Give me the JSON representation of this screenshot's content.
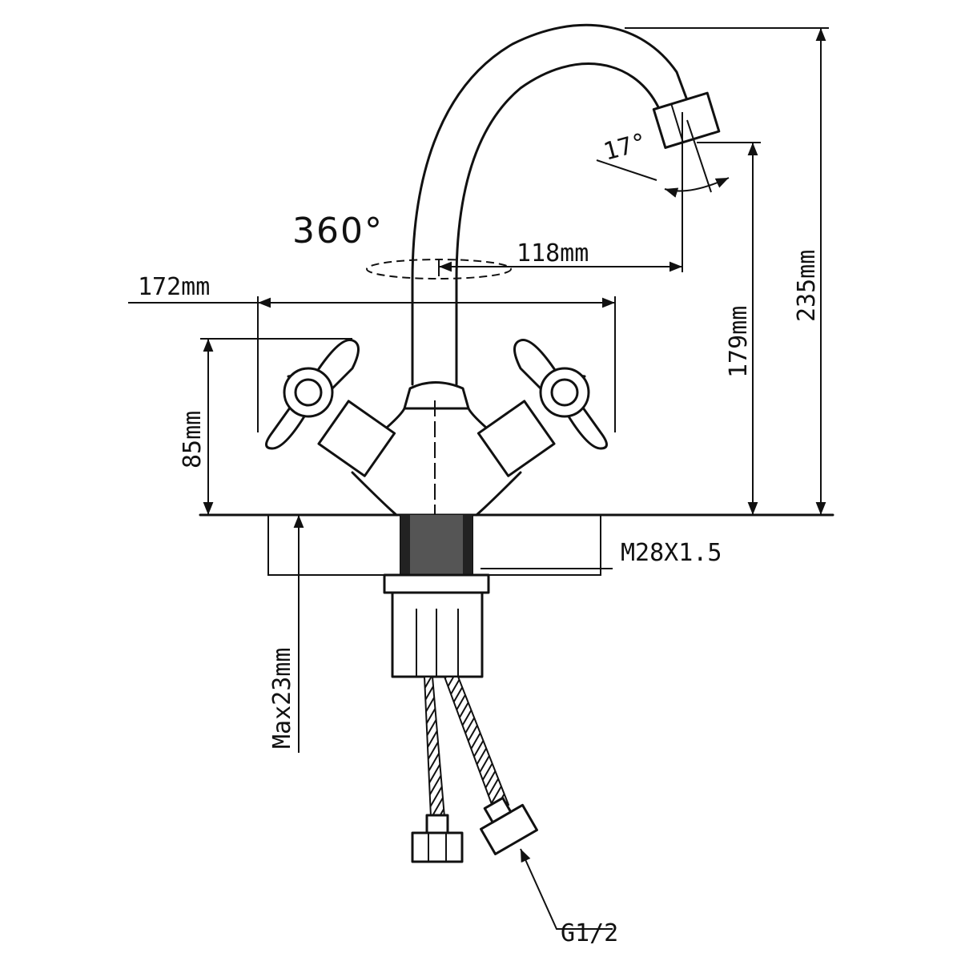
{
  "title": "Faucet dimension drawing",
  "labels": {
    "rotation": "360°",
    "spout_reach": "118mm",
    "handle_span": "172mm",
    "handle_height": "85mm",
    "aerator_angle": "17°",
    "spout_height": "179mm",
    "total_height": "235mm",
    "thread": "M28X1.5",
    "max_counter_thickness": "Max23mm",
    "hose_connection": "G1/2"
  },
  "colors": {
    "line": "#111111",
    "background": "#ffffff"
  }
}
